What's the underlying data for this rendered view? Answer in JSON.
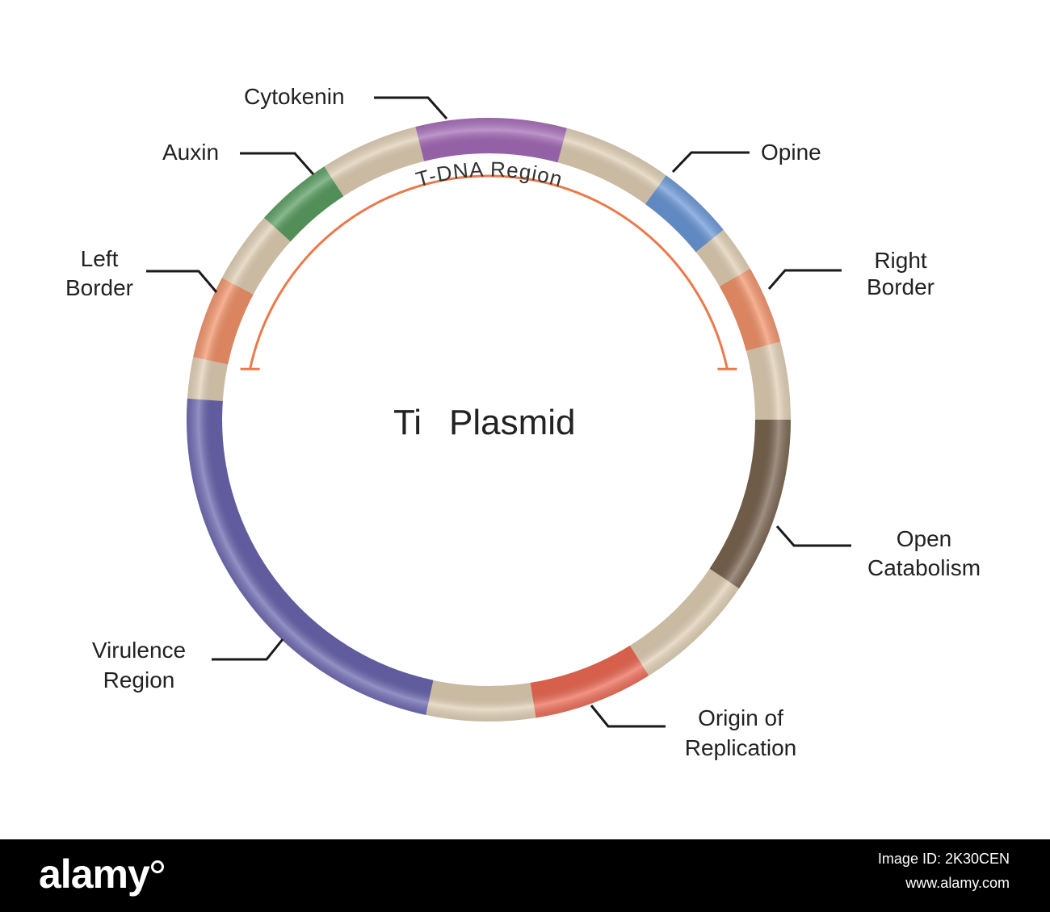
{
  "title": {
    "left": "Ti",
    "right": "Plasmid"
  },
  "tdna_label": "T-DNA  Region",
  "labels": {
    "cytokenin": "Cytokenin",
    "auxin": "Auxin",
    "opine": "Opine",
    "left_border": [
      "Left",
      "Border"
    ],
    "right_border": [
      "Right",
      "Border"
    ],
    "open_catabolism": [
      "Open",
      "Catabolism"
    ],
    "virulence_region": [
      "Virulence",
      "Region"
    ],
    "origin_of_replication": [
      "Origin  of",
      "Replication"
    ]
  },
  "colors": {
    "base": "#e0cfb4",
    "cytokenin": "#a56bb8",
    "auxin": "#5a9e62",
    "opine": "#6b98d8",
    "left_border": "#f3936a",
    "right_border": "#f3936a",
    "open_catabolism": "#7a6550",
    "virulence_region": "#6a66b0",
    "origin_of_replication": "#ee6a55",
    "tdna_bracket": "#e97a4c"
  },
  "footer": {
    "brand": "alamy",
    "image_id": "Image ID: 2K30CEN",
    "site": "www.alamy.com"
  }
}
